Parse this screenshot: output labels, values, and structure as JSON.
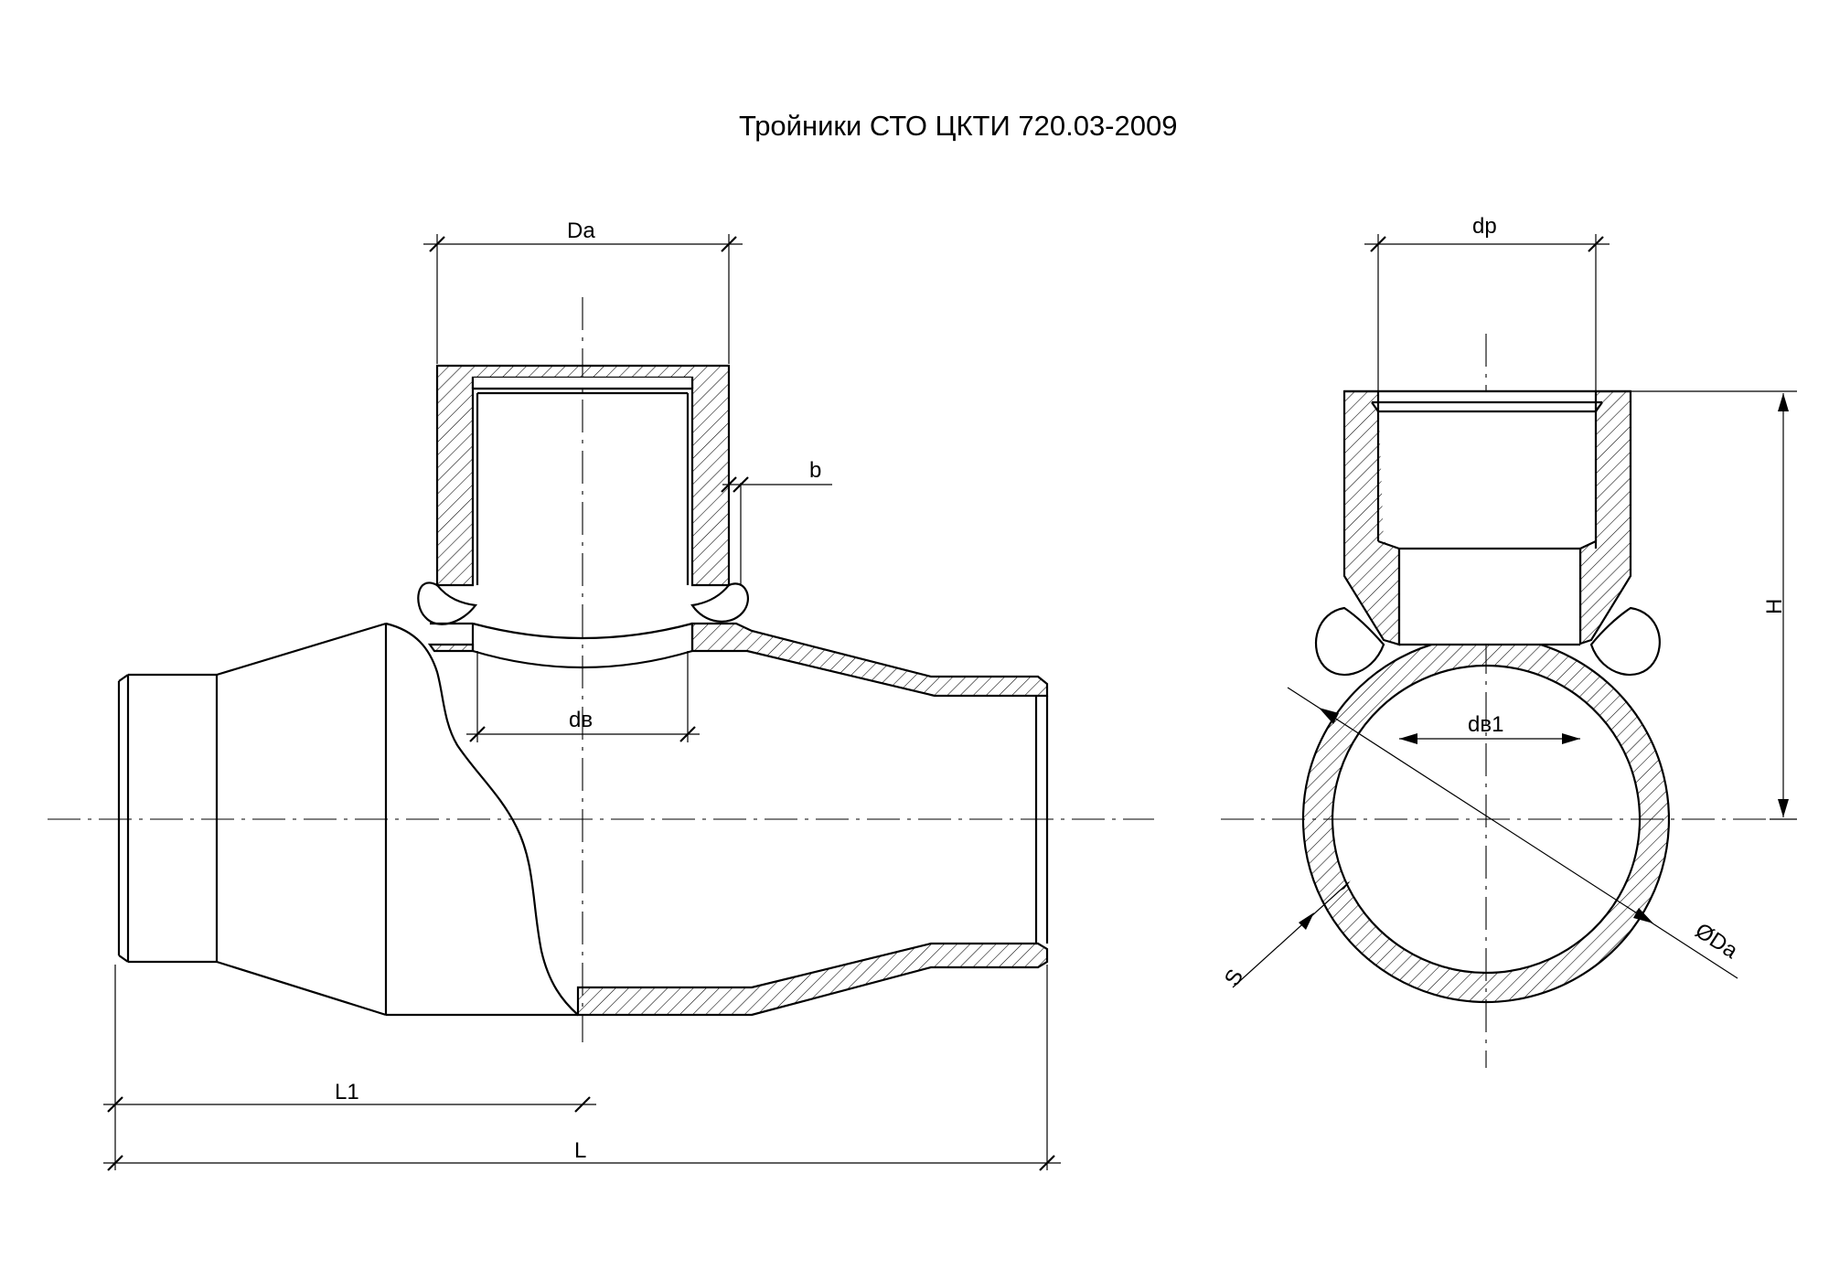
{
  "title": "Тройники СТО ЦКТИ 720.03-2009",
  "labels": {
    "Da_top": "Da",
    "b": "b",
    "dv": "dв",
    "L1": "L1",
    "L": "L",
    "dp": "dр",
    "H": "H",
    "dv1": "dв1",
    "Da_diam": "ØDa",
    "S": "S"
  }
}
